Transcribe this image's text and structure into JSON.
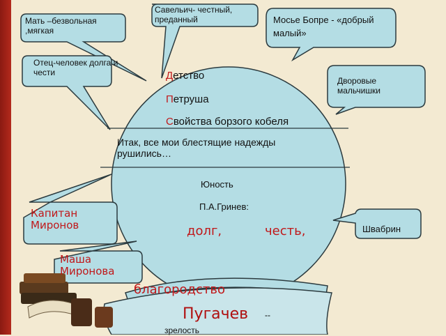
{
  "colors": {
    "bubble_fill": "#b4dde4",
    "bubble_stroke": "#2b3a3e",
    "accent_red": "#c0181a",
    "background": "#f3ead2",
    "frame": "#a3231a"
  },
  "bubbles": {
    "savelich": "Савельич- честный, преданный",
    "mother": "Мать –безвольная ,мягкая",
    "monsieur": "Мосье Бопре - «добрый малый»",
    "father": "Отец-человек долга и чести",
    "yard_boys": "Дворовые мальчишки",
    "captain": "Капитан Миронов",
    "shvabrin": "Швабрин",
    "masha": "Маша Миронова"
  },
  "circle": {
    "childhood": {
      "initial": "Д",
      "rest": "етство"
    },
    "petrusha": {
      "initial": "П",
      "rest": "етруша"
    },
    "property": {
      "initial": "С",
      "rest": "войства борзого кобеля"
    },
    "hopes": "Итак, все мои блестящие надежды рушились…",
    "youth": "Юность",
    "grinev": "П.А.Гринев:",
    "duty": "долг,",
    "honor": "честь,",
    "nobility": "благородство"
  },
  "bottom": {
    "pugachev": "Пугачев",
    "dash": "--",
    "maturity": "зрелость"
  },
  "decor": {
    "books": "books-icon"
  }
}
